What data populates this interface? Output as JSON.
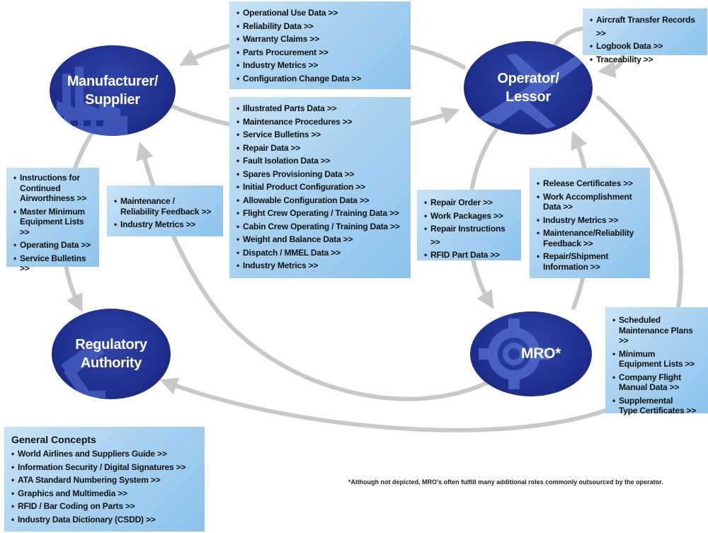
{
  "nodes": {
    "manufacturer": {
      "label": "Manufacturer/\nSupplier",
      "deco_icon": "factory-icon"
    },
    "operator": {
      "label": "Operator/\nLessor",
      "deco_icon": "airplane-icon"
    },
    "regulatory": {
      "label": "Regulatory\nAuthority",
      "deco_icon": "gavel-icon"
    },
    "mro": {
      "label": "MRO*",
      "deco_icon": "gear-icon"
    }
  },
  "boxes": {
    "operator_to_manufacturer": [
      "Operational Use Data >>",
      "Reliability Data >>",
      "Warranty Claims >>",
      "Parts Procurement >>",
      "Industry Metrics >>",
      "Configuration Change Data >>"
    ],
    "manufacturer_to_operator": [
      "Illustrated Parts Data >>",
      "Maintenance Procedures >>",
      "Service Bulletins >>",
      "Repair Data >>",
      "Fault Isolation Data >>",
      "Spares Provisioning Data >>",
      "Initial Product Configuration >>",
      "Allowable Configuration Data >>",
      "Flight Crew Operating / Training Data >>",
      "Cabin Crew Operating / Training Data >>",
      "Weight and Balance Data >>",
      "Dispatch / MMEL Data >>",
      "Industry Metrics >>"
    ],
    "operator_self": [
      "Aircraft Transfer Records >>",
      "Logbook Data >>",
      "Traceability >>"
    ],
    "manufacturer_to_regulatory": [
      "Instructions for\nContinued\nAirworthiness >>",
      "Master Minimum\nEquipment Lists >>",
      "Operating Data >>",
      "Service Bulletins >>"
    ],
    "mro_to_manufacturer": [
      "Maintenance /\nReliability Feedback >>",
      "Industry Metrics >>"
    ],
    "operator_to_mro": [
      "Repair Order >>",
      "Work Packages >>",
      "Repair Instructions >>",
      "RFID Part Data >>"
    ],
    "mro_to_operator": [
      "Release Certificates >>",
      "Work Accomplishment\nData >>",
      "Industry Metrics >>",
      "Maintenance/Reliability\nFeedback >>",
      "Repair/Shipment\nInformation >>"
    ],
    "operator_to_regulatory": [
      "Scheduled\nMaintenance Plans >>",
      "Minimum\nEquipment Lists >>",
      "Company Flight\nManual Data >>",
      "Supplemental\nType Certificates >>"
    ],
    "general_concepts": {
      "title": "General Concepts",
      "items": [
        "World Airlines and Suppliers Guide >>",
        "Information Security / Digital Signatures >>",
        "ATA Standard Numbering System >>",
        "Graphics and Multimedia >>",
        "RFID / Bar Coding on Parts >>",
        "Industry Data Dictionary (CSDD) >>"
      ]
    }
  },
  "footnote": "*Although not depicted, MRO's often fulfill many additional roles commonly outsourced by the operator.",
  "colors": {
    "node_fill": "#1f2f8f",
    "box_fill": "#a9d2f1",
    "arrow_gray": "#c8c8c8"
  }
}
